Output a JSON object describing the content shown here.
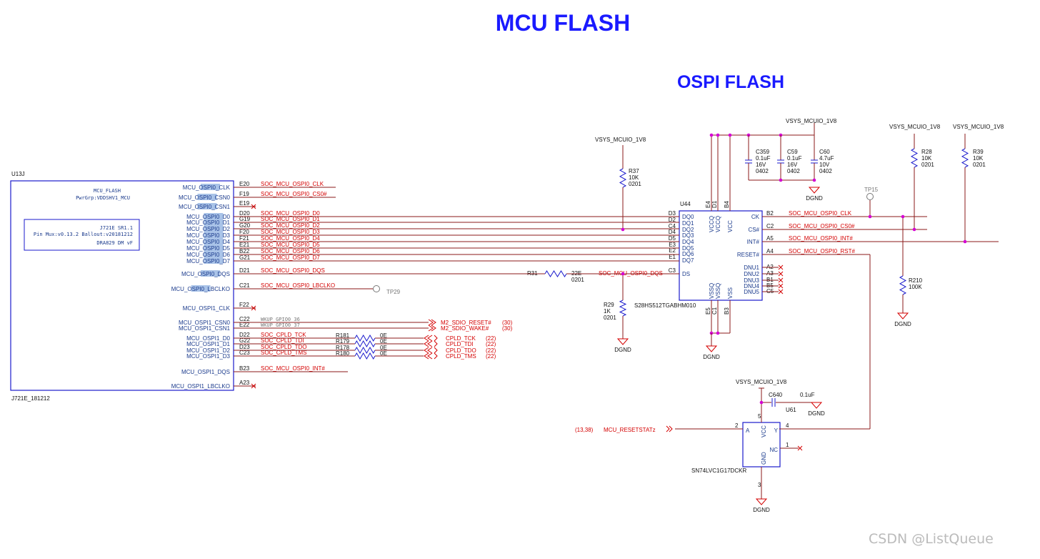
{
  "titles": {
    "main": "MCU FLASH",
    "sub": "OSPI  FLASH"
  },
  "soc": {
    "ref": "U13J",
    "name": "MCU_FLASH",
    "part": "J721E_181212",
    "pwr": "PwrGrp:VDDSHV1_MCU",
    "info": [
      "J721E SR1.1",
      "Pin Mux:v0.13.2 Ballout:v20181212",
      "DRA829 DM vF"
    ],
    "pins": [
      {
        "name": "MCU_OSPI0_CLK",
        "ball": "E20",
        "net": "SOC_MCU_OSPI0_CLK",
        "end": "line"
      },
      {
        "name": "MCU_OSPI0_CSN0",
        "ball": "F19",
        "net": "SOC_MCU_OSPI0_CS0#",
        "end": "line"
      },
      {
        "name": "MCU_OSPI0_CSN1",
        "ball": "E19",
        "net": "",
        "end": "x"
      },
      {
        "name": "MCU_OSPI0_D0",
        "ball": "D20",
        "net": "SOC_MCU_OSPI0_D0",
        "end": "flash"
      },
      {
        "name": "MCU_OSPI0_D1",
        "ball": "G19",
        "net": "SOC_MCU_OSPI0_D1",
        "end": "flash"
      },
      {
        "name": "MCU_OSPI0_D2",
        "ball": "G20",
        "net": "SOC_MCU_OSPI0_D2",
        "end": "flash"
      },
      {
        "name": "MCU_OSPI0_D3",
        "ball": "F20",
        "net": "SOC_MCU_OSPI0_D3",
        "end": "flash"
      },
      {
        "name": "MCU_OSPI0_D4",
        "ball": "F21",
        "net": "SOC_MCU_OSPI0_D4",
        "end": "flash"
      },
      {
        "name": "MCU_OSPI0_D5",
        "ball": "E21",
        "net": "SOC_MCU_OSPI0_D5",
        "end": "flash"
      },
      {
        "name": "MCU_OSPI0_D6",
        "ball": "B22",
        "net": "SOC_MCU_OSPI0_D6",
        "end": "flash"
      },
      {
        "name": "MCU_OSPI0_D7",
        "ball": "G21",
        "net": "SOC_MCU_OSPI0_D7",
        "end": "flash"
      },
      {
        "name": "MCU_OSPI0_DQS",
        "ball": "D21",
        "net": "SOC_MCU_OSPI0_DQS",
        "end": "r31"
      },
      {
        "name": "MCU_OSPI0_LBCLKO",
        "ball": "C21",
        "net": "SOC_MCU_OSPI0_LBCLKO",
        "end": "tp"
      },
      {
        "name": "MCU_OSPI1_CLK",
        "ball": "F22",
        "net": "",
        "end": "x"
      },
      {
        "name": "MCU_OSPI1_CSN0",
        "ball": "C22",
        "net": "WKUP_GPIO0_36",
        "end": "offpage"
      },
      {
        "name": "MCU_OSPI1_CSN1",
        "ball": "E22",
        "net": "WKUP_GPIO0_37",
        "end": "offpage"
      },
      {
        "name": "MCU_OSPI1_D0",
        "ball": "D22",
        "net": "SOC_CPLD_TCK",
        "end": "res"
      },
      {
        "name": "MCU_OSPI1_D1",
        "ball": "G22",
        "net": "SOC_CPLD_TDI",
        "end": "res"
      },
      {
        "name": "MCU_OSPI1_D2",
        "ball": "D23",
        "net": "SOC_CPLD_TDO",
        "end": "res"
      },
      {
        "name": "MCU_OSPI1_D3",
        "ball": "C23",
        "net": "SOC_CPLD_TMS",
        "end": "res"
      },
      {
        "name": "MCU_OSPI1_DQS",
        "ball": "B23",
        "net": "SOC_MCU_OSPI0_INT#",
        "end": "line"
      },
      {
        "name": "MCU_OSPI1_LBCLKO",
        "ball": "A23",
        "net": "",
        "end": "x"
      }
    ],
    "offpage": [
      {
        "net": "M2_SDIO_RESET#",
        "ref": "(30)"
      },
      {
        "net": "M2_SDIO_WAKE#",
        "ref": "(30)"
      }
    ],
    "jtag": [
      {
        "res": "R181",
        "val": "0E",
        "net": "CPLD_TCK",
        "ref": "(22)"
      },
      {
        "res": "R179",
        "val": "0E",
        "net": "CPLD_TDI",
        "ref": "(22)"
      },
      {
        "res": "R178",
        "val": "0E",
        "net": "CPLD_TDO",
        "ref": "(22)"
      },
      {
        "res": "R180",
        "val": "0E",
        "net": "CPLD_TMS",
        "ref": "(22)"
      }
    ]
  },
  "flash": {
    "ref": "U44",
    "part": "S28HS512TGABHM010",
    "left": [
      {
        "ball": "D3",
        "name": "DQ0"
      },
      {
        "ball": "D2",
        "name": "DQ1"
      },
      {
        "ball": "C4",
        "name": "DQ2"
      },
      {
        "ball": "D4",
        "name": "DQ3"
      },
      {
        "ball": "D5",
        "name": "DQ4"
      },
      {
        "ball": "E3",
        "name": "DQ5"
      },
      {
        "ball": "E2",
        "name": "DQ6"
      },
      {
        "ball": "E1",
        "name": "DQ7"
      },
      {
        "ball": "C3",
        "name": "DS"
      }
    ],
    "right": [
      {
        "ball": "B2",
        "name": "CK",
        "net": "SOC_MCU_OSPI0_CLK"
      },
      {
        "ball": "C2",
        "name": "CS#",
        "net": "SOC_MCU_OSPI0_CS0#"
      },
      {
        "ball": "A5",
        "name": "INT#",
        "net": "SOC_MCU_OSPI0_INT#"
      },
      {
        "ball": "A4",
        "name": "RESET#",
        "net": "SOC_MCU_OSPI0_RST#"
      }
    ],
    "dnu": [
      {
        "ball": "A2",
        "name": "DNU1"
      },
      {
        "ball": "A3",
        "name": "DNU2"
      },
      {
        "ball": "B1",
        "name": "DNU3"
      },
      {
        "ball": "B5",
        "name": "DNU4"
      },
      {
        "ball": "C5",
        "name": "DNU5"
      }
    ],
    "top": [
      {
        "ball": "E4",
        "name": "VCCQ"
      },
      {
        "ball": "D1",
        "name": "VCCQ"
      },
      {
        "ball": "B4",
        "name": "VCC"
      }
    ],
    "bottom": [
      {
        "ball": "E5",
        "name": "VSSQ"
      },
      {
        "ball": "C1",
        "name": "VSSQ"
      },
      {
        "ball": "B3",
        "name": "VSS"
      }
    ]
  },
  "power": {
    "rail": "VSYS_MCUIO_1V8",
    "gnd": "DGND"
  },
  "caps": [
    {
      "ref": "C359",
      "val": "0.1uF",
      "v": "16V",
      "pkg": "0402"
    },
    {
      "ref": "C59",
      "val": "0.1uF",
      "v": "16V",
      "pkg": "0402"
    },
    {
      "ref": "C60",
      "val": "4.7uF",
      "v": "10V",
      "pkg": "0402"
    }
  ],
  "resistors": {
    "r37": {
      "ref": "R37",
      "val": "10K",
      "pkg": "0201"
    },
    "r28": {
      "ref": "R28",
      "val": "10K",
      "pkg": "0201"
    },
    "r39": {
      "ref": "R39",
      "val": "10K",
      "pkg": "0201"
    },
    "r29": {
      "ref": "R29",
      "val": "1K",
      "pkg": "0201"
    },
    "r31": {
      "ref": "R31",
      "val": "22E",
      "pkg": "0201"
    },
    "r210": {
      "ref": "R210",
      "val": "100K"
    }
  },
  "tps": {
    "tp29": "TP29",
    "tp15": "TP15"
  },
  "buffer": {
    "ref": "U61",
    "part": "SN74LVC1G17DCKR",
    "cap": {
      "ref": "C640",
      "val": "0.1uF"
    },
    "pins": {
      "a": "A",
      "vcc": "VCC",
      "y": "Y",
      "nc": "NC",
      "gnd": "GND"
    },
    "pinNums": {
      "a": "2",
      "vcc": "5",
      "y": "4",
      "nc": "1",
      "gnd": "3"
    },
    "input": {
      "ref": "(13,38)",
      "net": "MCU_RESETSTATz"
    }
  },
  "watermark": "CSDN @ListQueue",
  "colors": {
    "title": "#1a1aff",
    "box": "#1a1acc",
    "wire": "#8b1a1a",
    "net": "#d40000",
    "highlight": "#a9c3e8"
  }
}
